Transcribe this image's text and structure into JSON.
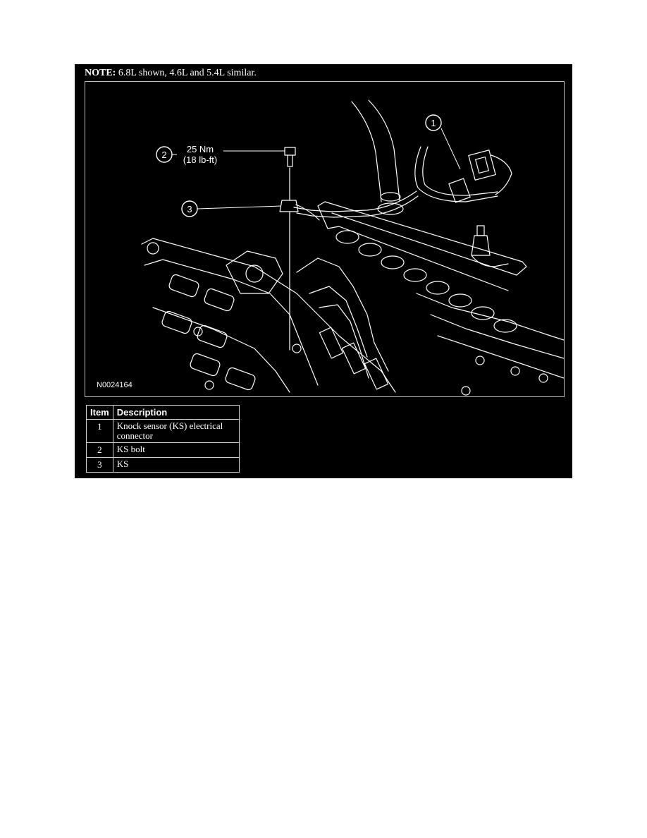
{
  "note": {
    "prefix": "NOTE:",
    "text": "6.8L shown, 4.6L and 5.4L similar."
  },
  "figure": {
    "id": "N0024164",
    "callouts": [
      {
        "num": "1"
      },
      {
        "num": "2",
        "torque_line1": "25 Nm",
        "torque_line2": "(18 lb-ft)"
      },
      {
        "num": "3"
      }
    ]
  },
  "table": {
    "headers": [
      "Item",
      "Description"
    ],
    "rows": [
      {
        "item": "1",
        "description": "Knock sensor (KS) electrical connector"
      },
      {
        "item": "2",
        "description": "KS bolt"
      },
      {
        "item": "3",
        "description": "KS"
      }
    ]
  },
  "colors": {
    "background": "#000000",
    "foreground": "#ffffff",
    "page": "#ffffff"
  }
}
